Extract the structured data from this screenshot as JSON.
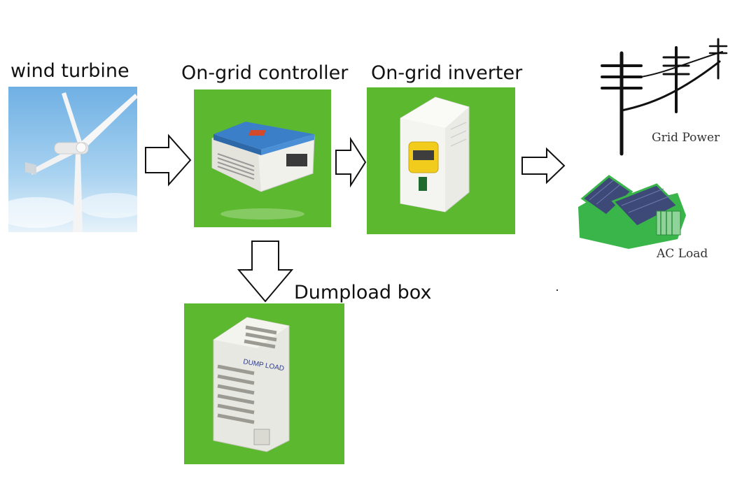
{
  "labels": {
    "wind_turbine": "wind turbine",
    "controller": "On-grid controller",
    "inverter": "On-grid inverter",
    "dumpload": "Dumpload box",
    "grid_power": "Grid Power",
    "ac_load": "AC Load",
    "dump_load_plate": "DUMP LOAD"
  },
  "colors": {
    "panel_green": "#5cb82e",
    "sky_blue": "#8fc3ea",
    "controller_blue": "#3a7fc8",
    "device_grey": "#e8e8e2",
    "house_green": "#39b54a",
    "solar_blue": "#3d4a78"
  },
  "icons": {
    "wind_turbine": "wind-turbine-icon",
    "grid": "power-pole-icon",
    "house": "solar-house-icon",
    "arrow": "hollow-arrow-icon"
  }
}
